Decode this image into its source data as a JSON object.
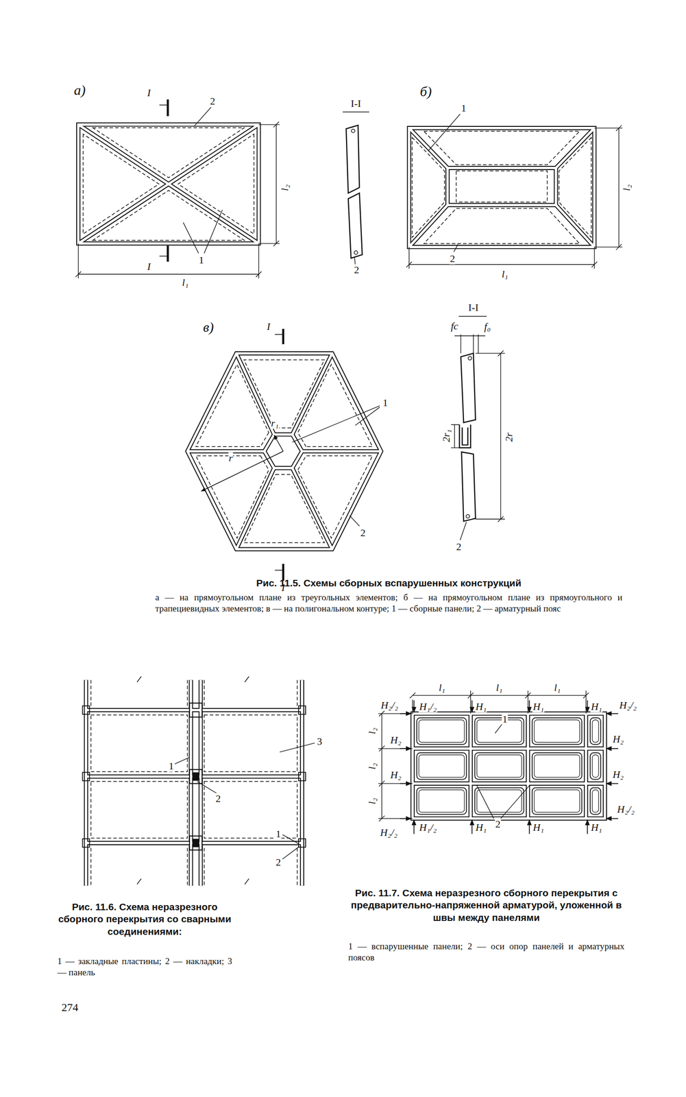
{
  "diagram": {
    "labels": [
      "а)",
      "I",
      "2",
      "I-I",
      "б)",
      "1",
      "l₂",
      "l₂",
      "1",
      "I",
      "l₁",
      "2",
      "2",
      "l₁",
      "в)",
      "I",
      "I-I",
      "fc",
      "f₀",
      "1",
      "r₁",
      "r",
      "2r₁",
      "2r",
      "2",
      "2",
      "I",
      "Рис. 11.5. Схемы сборных вспарушенных конструкций",
      "а — на прямоугольном плане из треугольных элементов; б — на прямоугольном плане из прямоугольного и трапециевидных элементов; в — на полигональном контуре; 1 — сборные панели; 2 — арматурный пояс",
      "1",
      "3",
      "2",
      "1",
      "2",
      "l₁",
      "l₁",
      "l₁",
      "H₂/₂",
      "H₁/₂",
      "H₁",
      "1",
      "H₁",
      "H₁",
      "H₂/₂",
      "l₂",
      "H₂",
      "H₂",
      "l₂",
      "H₂",
      "H₂",
      "l₂",
      "H₂/₂",
      "H₂/₂",
      "H₁/₂",
      "H₁",
      "2",
      "H₁",
      "H₁",
      "Рис. 11.7. Схема неразрезного сборного перекрытия с предварительно-напряженной арматурой, уложенной в швы между панелями",
      "1 — вспарушенные панели; 2 — оси опор панелей и арматурных поясов",
      "Рис. 11.6. Схема неразрезного сборного перекрытия со сварными соединениями:",
      "1 — закладные пластины; 2 — накладки; 3 — панель",
      "274"
    ]
  }
}
